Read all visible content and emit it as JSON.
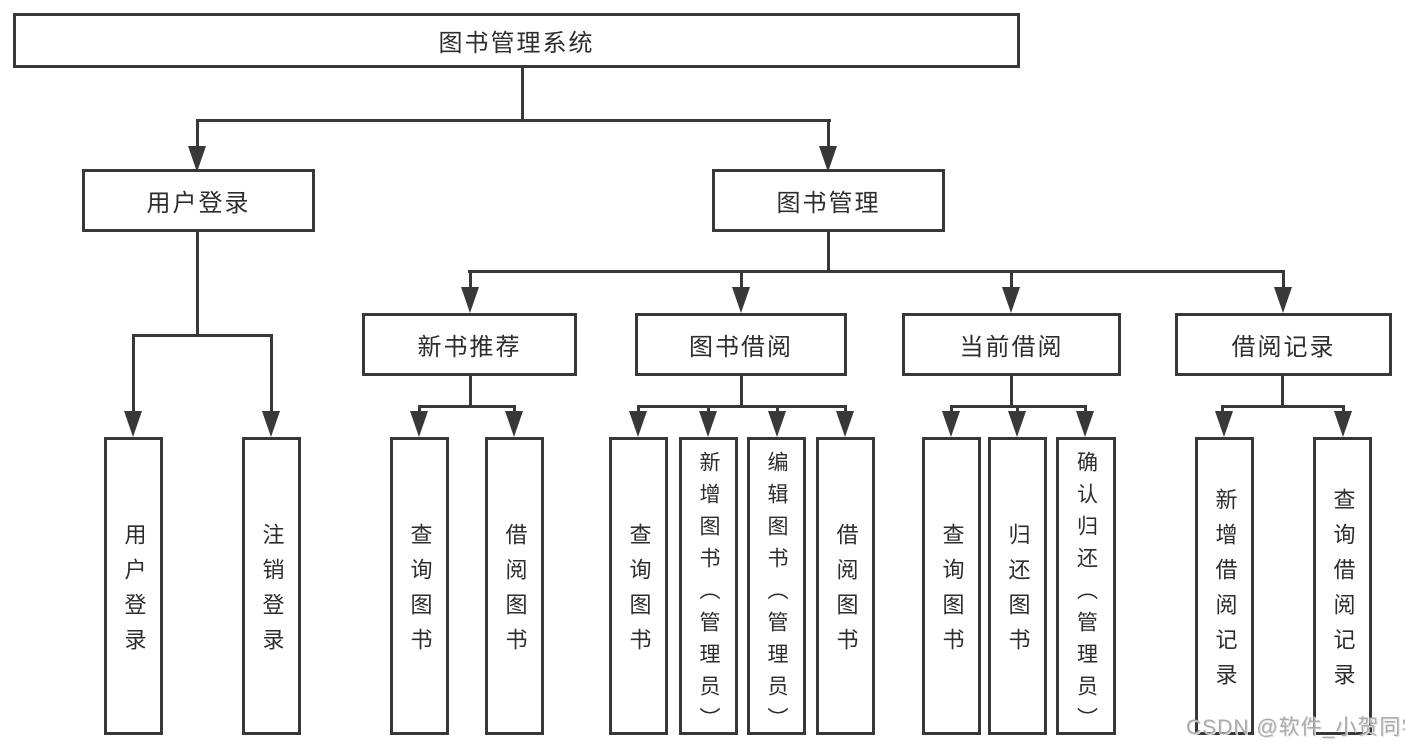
{
  "diagram": {
    "root": "图书管理系统",
    "level2": {
      "user_login": "用户登录",
      "book_mgmt": "图书管理"
    },
    "level3": {
      "new_book_rec": "新书推荐",
      "book_borrow": "图书借阅",
      "current_borrow": "当前借阅",
      "borrow_records": "借阅记录"
    },
    "leaves": {
      "user_login": "用户登录",
      "logout": "注销登录",
      "query_books_rec": "查询图书",
      "borrow_books_rec": "借阅图书",
      "query_books_borrow": "查询图书",
      "add_books_admin": "新增图书（管理员）",
      "edit_books_admin": "编辑图书（管理员）",
      "borrow_books_borrow": "借阅图书",
      "query_books_current": "查询图书",
      "return_books": "归还图书",
      "confirm_return_admin": "确认归还（管理员）",
      "add_borrow_record": "新增借阅记录",
      "query_borrow_record": "查询借阅记录"
    }
  },
  "watermark": "CSDN @软件_小贺同学",
  "colors": {
    "line": "#383838",
    "text": "#2d2d2d",
    "background": "#ffffff",
    "watermark": "#ababab"
  }
}
